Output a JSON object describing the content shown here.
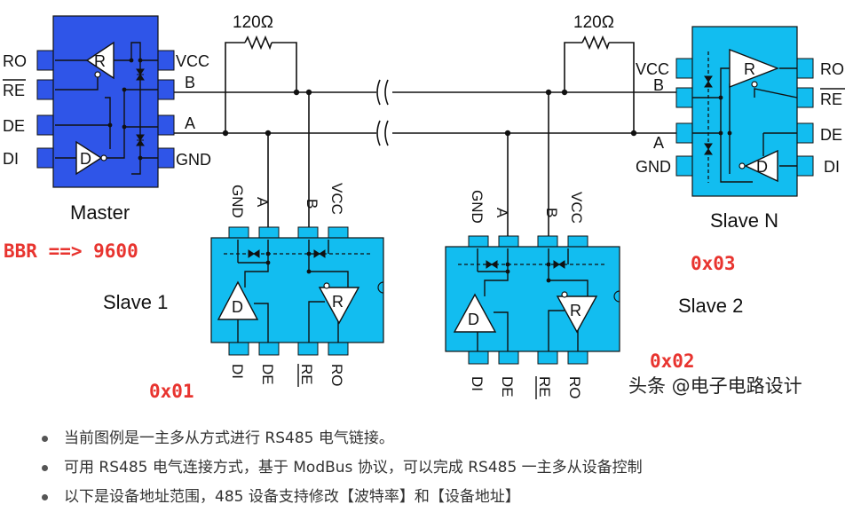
{
  "resistors": {
    "left_value": "120Ω",
    "right_value": "120Ω"
  },
  "master": {
    "name": "Master",
    "pins_left": [
      "RO",
      "RE",
      "DE",
      "DI"
    ],
    "pins_right": [
      "VCC",
      "B",
      "A",
      "GND"
    ],
    "receiver": "R",
    "driver": "D",
    "color": "#2f55e8"
  },
  "slave1": {
    "name": "Slave 1",
    "pins_top": [
      "GND",
      "A",
      "B",
      "VCC"
    ],
    "pins_bottom": [
      "DI",
      "DE",
      "RE",
      "RO"
    ],
    "receiver": "R",
    "driver": "D",
    "address": "0x01",
    "color": "#12bdf0"
  },
  "slave2": {
    "name": "Slave 2",
    "pins_top": [
      "GND",
      "A",
      "B",
      "VCC"
    ],
    "pins_bottom": [
      "DI",
      "DE",
      "RE",
      "RO"
    ],
    "receiver": "R",
    "driver": "D",
    "address": "0x02",
    "color": "#12bdf0"
  },
  "slaveN": {
    "name": "Slave N",
    "pins_left": [
      "VCC",
      "B",
      "A",
      "GND"
    ],
    "pins_right": [
      "RO",
      "RE",
      "DE",
      "DI"
    ],
    "receiver": "R",
    "driver": "D",
    "address": "0x03",
    "color": "#12bdf0"
  },
  "baud": "BBR ==> 9600",
  "watermark": "头条 @电子电路设计",
  "notes": [
    "当前图例是一主多从方式进行 RS485 电气链接。",
    "可用 RS485 电气连接方式，基于 ModBus 协议，可以完成 RS485 一主多从设备控制",
    "以下是设备地址范围，485 设备支持修改【波特率】和【设备地址】"
  ]
}
